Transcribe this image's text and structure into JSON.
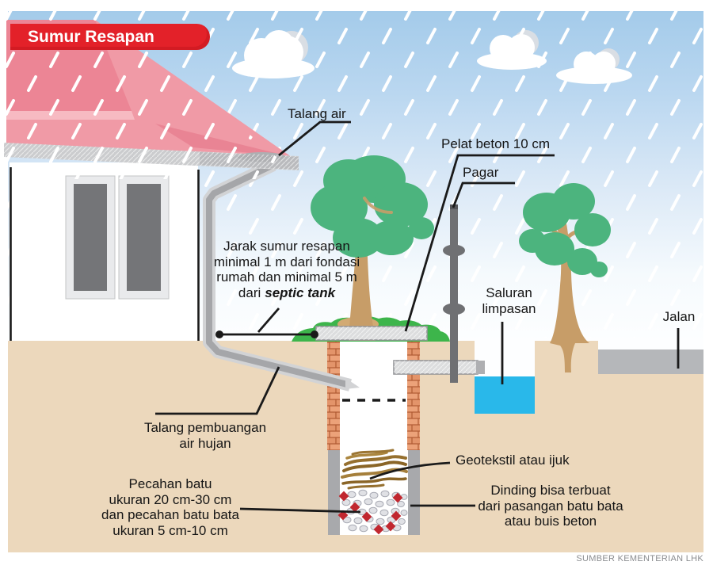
{
  "title": "Sumur Resapan",
  "source": "SUMBER KEMENTERIAN LHK",
  "labels": {
    "talang_air": "Talang air",
    "pelat_beton": "Pelat beton  10 cm",
    "pagar": "Pagar",
    "jarak": {
      "line1": "Jarak sumur resapan",
      "line2": "minimal 1 m dari fondasi",
      "line3": "rumah dan minimal 5 m",
      "line4_prefix": "dari",
      "line4_italic": "septic tank"
    },
    "saluran": {
      "line1": "Saluran",
      "line2": "limpasan"
    },
    "jalan": "Jalan",
    "talang_pembuangan": {
      "line1": "Talang pembuangan",
      "line2": "air hujan"
    },
    "pecahan": {
      "line1": "Pecahan batu",
      "line2": "ukuran 20 cm-30 cm",
      "line3": "dan pecahan batu bata",
      "line4": "ukuran 5 cm-10 cm"
    },
    "geotekstil": "Geotekstil atau ijuk",
    "dinding": {
      "line1": "Dinding bisa terbuat",
      "line2": "dari pasangan batu bata",
      "line3": "atau buis beton"
    }
  },
  "colors": {
    "banner_red": "#e32129",
    "sky_top": "#a4cbea",
    "ground_tan": "#ecd8bc",
    "roof_pink": "#f09aa6",
    "water_blue": "#29b8ea",
    "grass_green": "#3db54b",
    "canopy_green": "#4cb47e",
    "trunk_brown": "#c79d68",
    "brick_orange": "#eca279",
    "concrete_gray": "#a8a9ac",
    "road_gray": "#b5b7ba",
    "stone_red": "#c1272f"
  }
}
